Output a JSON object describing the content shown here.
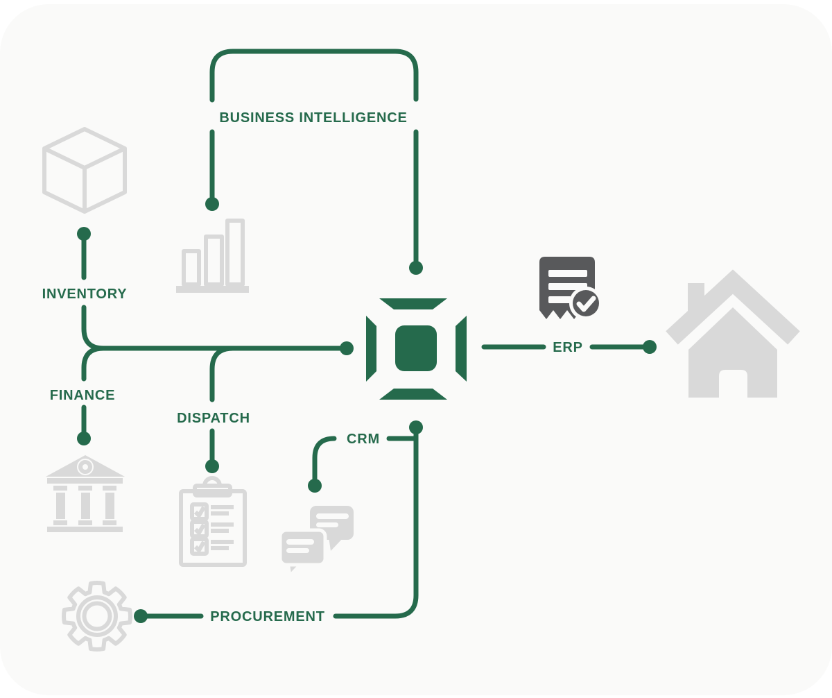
{
  "colors": {
    "accent_green": "#256A4C",
    "icon_gray": "#D9D9D9",
    "icon_dark_gray": "#58595B",
    "panel_bg": "#FAFAF9",
    "page_bg": "#FFFFFF"
  },
  "diagram": {
    "type": "hub-and-spoke",
    "hub": {
      "icon": "erp-hub-icon"
    },
    "modules": [
      {
        "id": "business-intelligence",
        "label": "BUSINESS INTELLIGENCE",
        "icon": "bar-chart-icon"
      },
      {
        "id": "inventory",
        "label": "INVENTORY",
        "icon": "cube-icon"
      },
      {
        "id": "finance",
        "label": "FINANCE",
        "icon": "bank-icon"
      },
      {
        "id": "dispatch",
        "label": "DISPATCH",
        "icon": "clipboard-checklist-icon"
      },
      {
        "id": "crm",
        "label": "CRM",
        "icon": "chat-bubbles-icon"
      },
      {
        "id": "procurement",
        "label": "PROCUREMENT",
        "icon": "gear-icon"
      },
      {
        "id": "erp",
        "label": "ERP",
        "icon": "house-icon"
      }
    ],
    "decorations": [
      {
        "icon": "receipt-check-icon"
      }
    ]
  }
}
